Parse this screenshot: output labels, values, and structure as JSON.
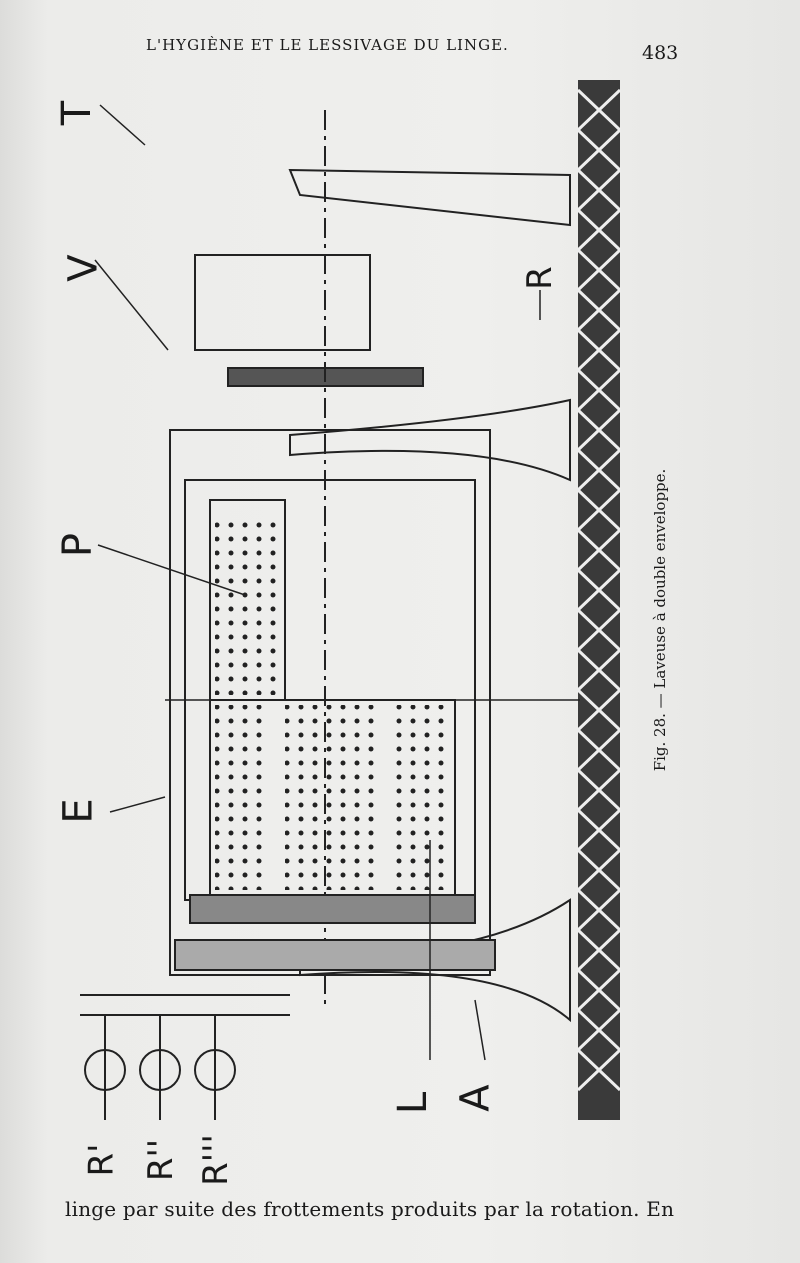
{
  "header": {
    "running_head": "L'HYGIÈNE ET LE LESSIVAGE DU LINGE.",
    "page_number": "483"
  },
  "figure": {
    "caption": "Fig. 28. — Laveuse à double enveloppe.",
    "labels": {
      "T": "T",
      "V": "V",
      "R": "R",
      "P": "P",
      "E": "E",
      "L": "L",
      "A": "A",
      "R1": "R'",
      "R2": "R''",
      "R3": "R'''"
    }
  },
  "body": {
    "last_line": "linge par suite des frottements produits par la rotation. En"
  }
}
